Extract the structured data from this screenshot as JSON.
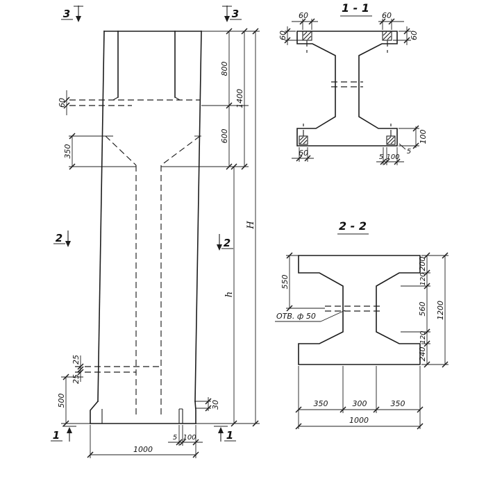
{
  "meta": {
    "background": "#ffffff",
    "ink": "#1c1c1c"
  },
  "elevation": {
    "marker_top_left": "3",
    "marker_top_right": "3",
    "marker_mid_left": "2",
    "marker_mid_right": "2",
    "marker_bot_left": "1",
    "marker_bot_right": "1",
    "dim_joint_plate": "60",
    "dim_taper": "350",
    "dim_head": "800",
    "dim_neck": "600",
    "dim_head_total": "1400",
    "dim_total_height": "H",
    "dim_shaft_height": "h",
    "dim_embed_upper": "25",
    "dim_embed_lower": "25",
    "dim_embed_bottom": "500",
    "dim_foot_height": "30",
    "dim_foot_plate_thk": "5",
    "dim_foot_plate_len": "100",
    "dim_width": "1000"
  },
  "section_1_1": {
    "title": "1 - 1",
    "dim_plate_top_left": "60",
    "dim_plate_top_right": "60",
    "dim_edge_left": "60",
    "dim_edge_right": "60",
    "dim_plate_bottom": "60",
    "dim_plate_thk": "5",
    "dim_plate_len": "100",
    "dim_leg_len": "100",
    "dim_leg_thk": "5"
  },
  "section_2_2": {
    "title": "2 - 2",
    "hole_label": "ОТВ. ф 50",
    "dim_top_to_hole": "550",
    "dim_top_flange": "200",
    "dim_taper_top": "120",
    "dim_web": "560",
    "dim_taper_bottom": "120",
    "dim_bottom_flange": "240",
    "dim_total_depth": "1200",
    "dim_flange_left": "350",
    "dim_web_width": "300",
    "dim_flange_right": "350",
    "dim_total_width": "1000"
  }
}
